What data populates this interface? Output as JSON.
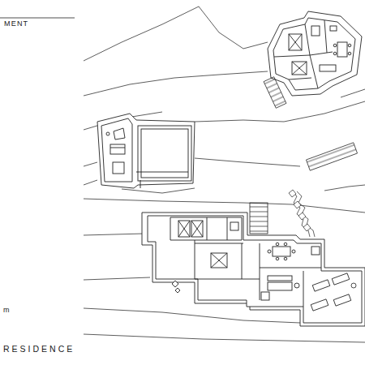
{
  "diagram": {
    "labels": [
      "MENT",
      "m",
      "RESIDENCE"
    ]
  }
}
